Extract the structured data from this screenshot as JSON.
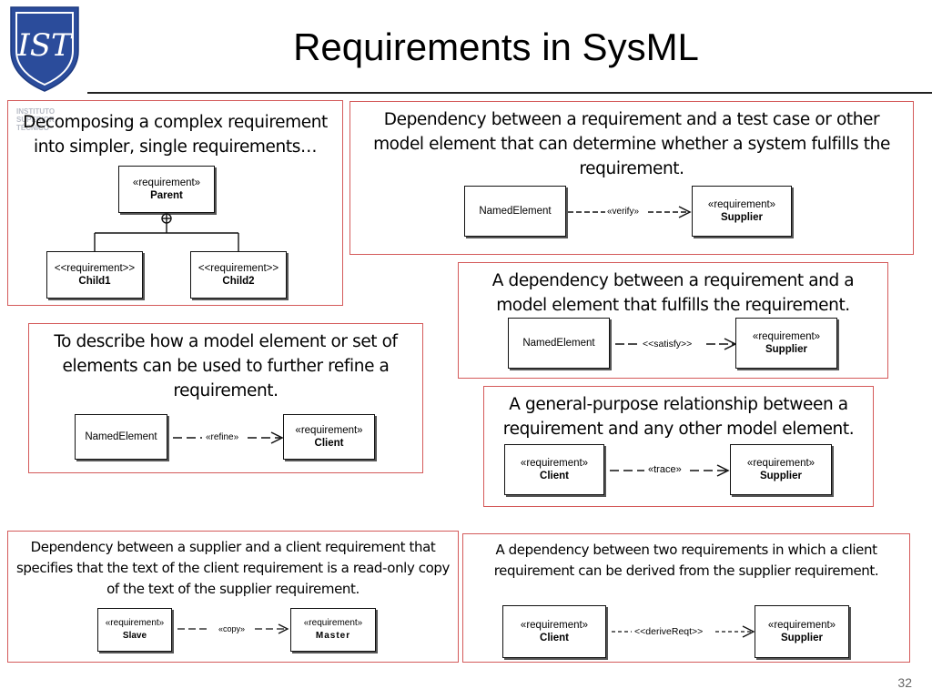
{
  "slide": {
    "title": "Requirements in SysML",
    "page_number": "32",
    "logo_caption": "INSTITUTO\nSUPERIOR\nTÉCNICO"
  },
  "boxes": {
    "decompose": {
      "text": "Decomposing a complex requirement into simpler, single requirements…",
      "parent_stereotype": "«requirement»",
      "parent_name": "Parent",
      "child1_stereotype": "<<requirement>>",
      "child1_name": "Child1",
      "child2_stereotype": "<<requirement>>",
      "child2_name": "Child2"
    },
    "verify": {
      "text": "Dependency between a requirement and a test case or other model element that can determine whether a system fulfills the requirement.",
      "left_label": "NamedElement",
      "connector": "«verify»",
      "right_stereotype": "«requirement»",
      "right_name": "Supplier"
    },
    "satisfy": {
      "text": "A dependency between a requirement and a model element that fulfills the requirement.",
      "left_label": "NamedElement",
      "connector": "<<satisfy>>",
      "right_stereotype": "«requirement»",
      "right_name": "Supplier"
    },
    "refine": {
      "text": "To describe how a model element or set of elements can be used to further refine a requirement.",
      "left_label": "NamedElement",
      "connector": "«refine»",
      "right_stereotype": "«requirement»",
      "right_name": "Client"
    },
    "trace": {
      "text": "A general-purpose relationship between a requirement and any other model element.",
      "left_stereotype": "«requirement»",
      "left_name": "Client",
      "connector": "«trace»",
      "right_stereotype": "«requirement»",
      "right_name": "Supplier"
    },
    "copy": {
      "text": "Dependency between a supplier and a client requirement that specifies that the text of the client requirement is a read-only copy of the text of the supplier requirement.",
      "left_stereotype": "«requirement»",
      "left_name": "Slave",
      "connector": "«copy»",
      "right_stereotype": "«requirement»",
      "right_name": "Master"
    },
    "derive": {
      "text": "A dependency between two requirements in which a client requirement can be derived from the supplier requirement.",
      "left_stereotype": "«requirement»",
      "left_name": "Client",
      "connector": "<<deriveReqt>>",
      "right_stereotype": "«requirement»",
      "right_name": "Supplier"
    }
  },
  "colors": {
    "box_border": "#d45a5a",
    "logo_blue": "#2b4c9b"
  }
}
